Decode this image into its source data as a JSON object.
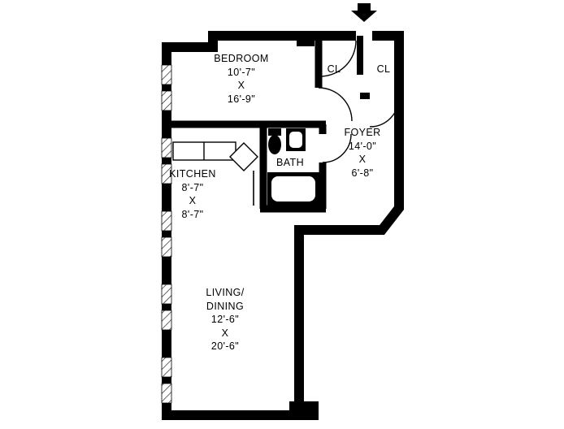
{
  "title": "apartment-floor-plan",
  "entry": {
    "arrow_icon": "down-arrow"
  },
  "rooms": {
    "bedroom": {
      "name": "BEDROOM",
      "dim1": "10'-7\"",
      "x": "X",
      "dim2": "16'-9\""
    },
    "closet_left": {
      "name": "CL"
    },
    "closet_right": {
      "name": "CL"
    },
    "foyer": {
      "name": "FOYER",
      "dim1": "14'-0\"",
      "x": "X",
      "dim2": "6'-8\""
    },
    "bath": {
      "name": "BATH"
    },
    "kitchen": {
      "name": "KITCHEN",
      "dim1": "8'-7\"",
      "x": "X",
      "dim2": "8'-7\""
    },
    "living_dining": {
      "name1": "LIVING/",
      "name2": "DINING",
      "dim1": "12'-6\"",
      "x": "X",
      "dim2": "20'-6\""
    }
  },
  "colors": {
    "wall": "#000000",
    "background": "#ffffff"
  }
}
